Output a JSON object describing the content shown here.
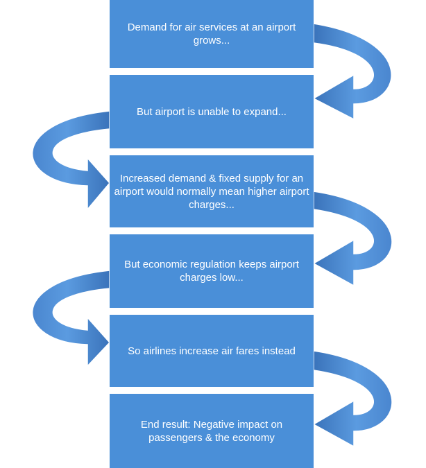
{
  "steps": [
    {
      "text": "Demand for air services at an airport grows..."
    },
    {
      "text": "But airport is unable to expand..."
    },
    {
      "text": "Increased demand & fixed supply for an airport would normally mean higher airport charges..."
    },
    {
      "text": "But economic regulation keeps airport charges low..."
    },
    {
      "text": "So airlines increase air fares instead"
    },
    {
      "text": "End result: Negative impact on passengers & the economy"
    }
  ],
  "colors": {
    "box_fill": "#4a8fd8",
    "arrow_light": "#5b9be0",
    "arrow_dark": "#3f78c0",
    "arrow_outline": "#ffffff",
    "text": "#ffffff"
  },
  "icons": {
    "connector": "curved-arrow-icon"
  }
}
